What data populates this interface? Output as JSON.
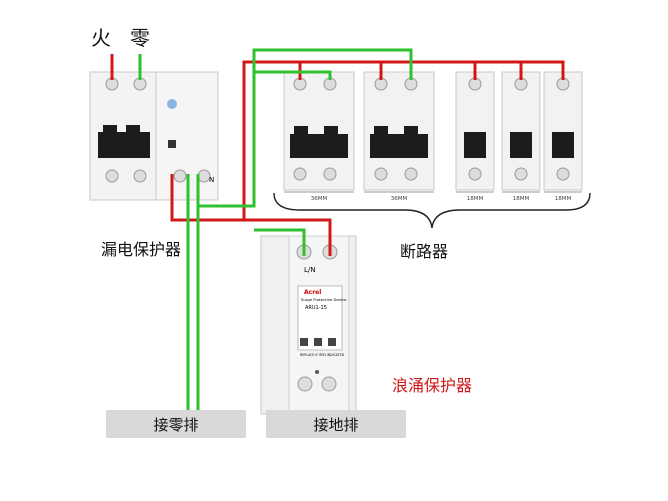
{
  "labels": {
    "fire": "火",
    "zero": "零",
    "leakage_protector": "漏电保护器",
    "circuit_breaker": "断路器",
    "surge_protector": "浪涌保护器",
    "neutral_bar": "接零排",
    "ground_bar": "接地排"
  },
  "spd": {
    "brand": "Acrel",
    "description": "Surge Protective Device",
    "model": "ARU1-15",
    "terminal_label": "L/N",
    "bottom_note": "REPLACE IF RED INDICATED"
  },
  "rcd": {
    "terminal_n": "N"
  },
  "breakers": {
    "width_labels": [
      "36MM",
      "36MM",
      "18MM",
      "18MM",
      "18MM"
    ]
  },
  "colors": {
    "live": "#d01818",
    "neutral": "#2ec22e",
    "ground": "#e8e000",
    "surge_text": "#d01818",
    "device_body": "#f2f2f2",
    "label_bg": "#d9d9d9"
  }
}
